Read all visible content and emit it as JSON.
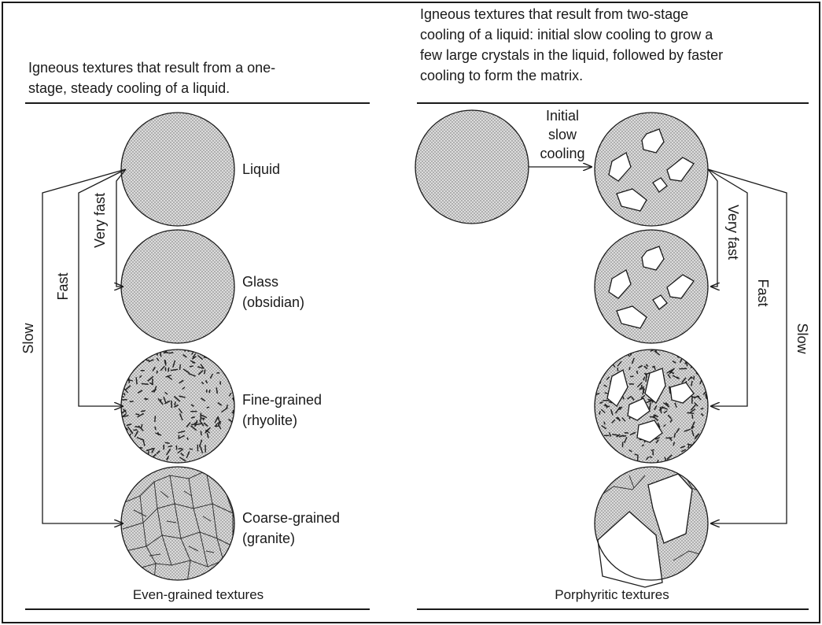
{
  "left_panel": {
    "header_lines": [
      "Igneous textures that result from a one-",
      "stage, steady cooling of a liquid."
    ],
    "footer": "Even-grained textures",
    "arrow_labels": {
      "very_fast": "Very fast",
      "fast": "Fast",
      "slow": "Slow"
    },
    "items": [
      {
        "label_lines": [
          "Liquid"
        ]
      },
      {
        "label_lines": [
          "Glass",
          "(obsidian)"
        ]
      },
      {
        "label_lines": [
          "Fine-grained",
          "(rhyolite)"
        ]
      },
      {
        "label_lines": [
          "Coarse-grained",
          "(granite)"
        ]
      }
    ]
  },
  "right_panel": {
    "header_lines": [
      "Igneous textures that result from two-stage",
      "cooling of a liquid: initial slow cooling to grow a",
      "few large crystals in the liquid, followed by faster",
      "cooling to form the matrix."
    ],
    "footer": "Porphyritic textures",
    "initial_label_lines": [
      "Initial",
      "slow",
      "cooling"
    ],
    "arrow_labels": {
      "very_fast": "Very fast",
      "fast": "Fast",
      "slow": "Slow"
    }
  }
}
